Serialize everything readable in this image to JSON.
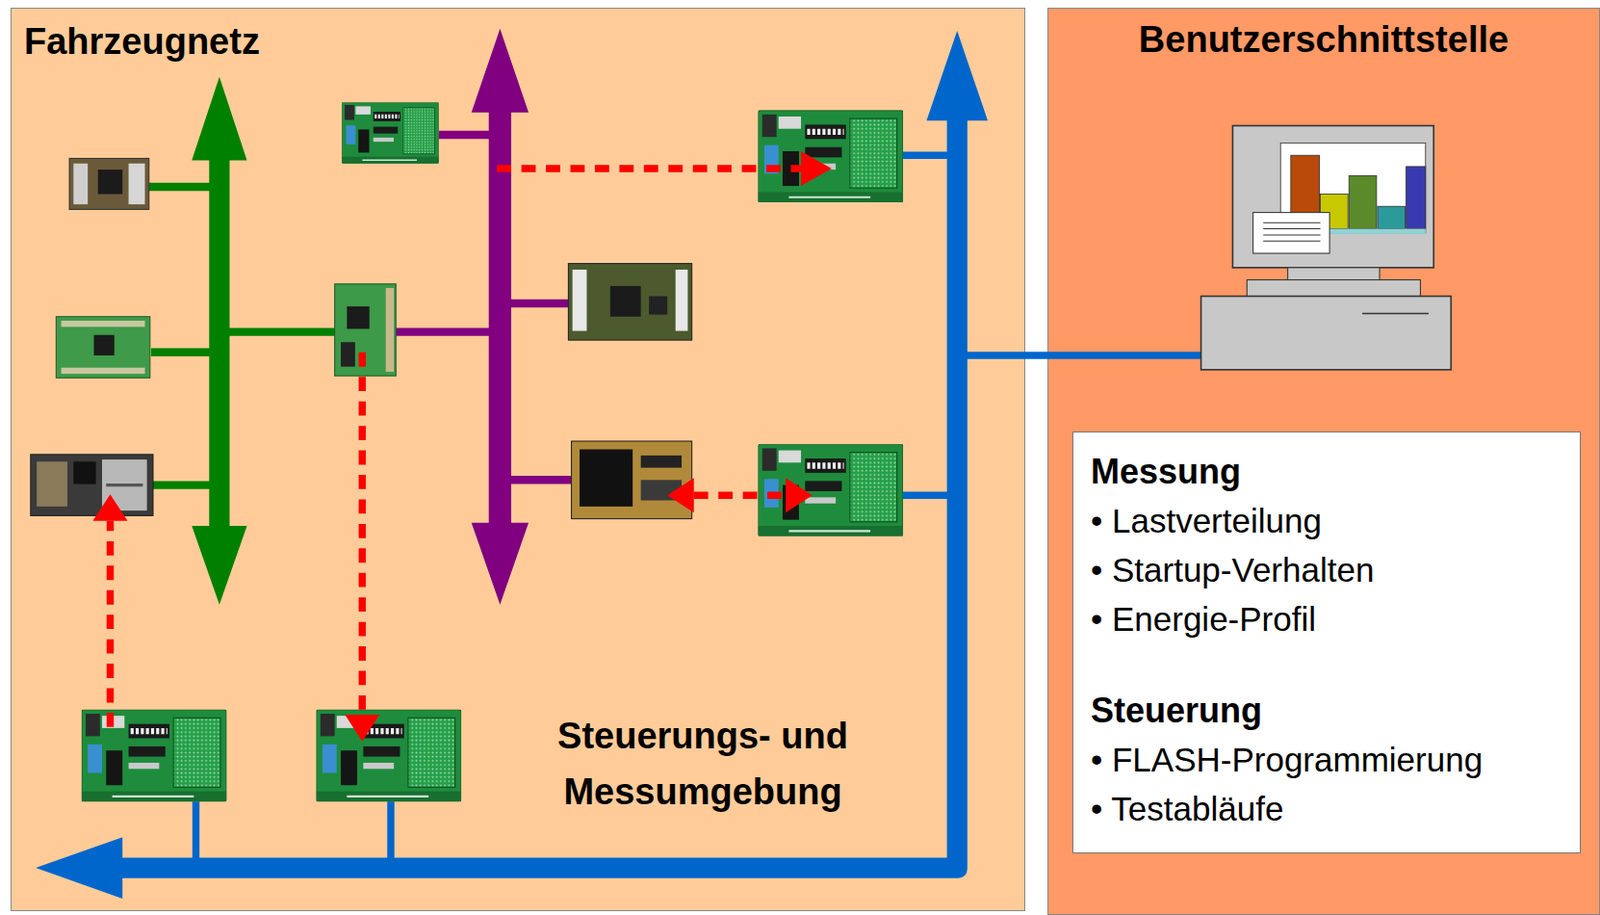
{
  "diagram": {
    "nodes": [
      {
        "text": [
          "Fahrzeugnetz"
        ]
      },
      {
        "text": [
          "Steuerungs- und Messumgebung"
        ]
      },
      {
        "text": [
          "Benutzerschnittstelle"
        ]
      },
      {
        "text": [
          "Messung",
          "• Lastverteilung",
          "• Startup-Verhalten",
          "• Energie-Profil",
          "Steuerung",
          "• FLASH-Programmierung",
          "• Testabläufe"
        ],
        "in": 2
      }
    ]
  }
}
